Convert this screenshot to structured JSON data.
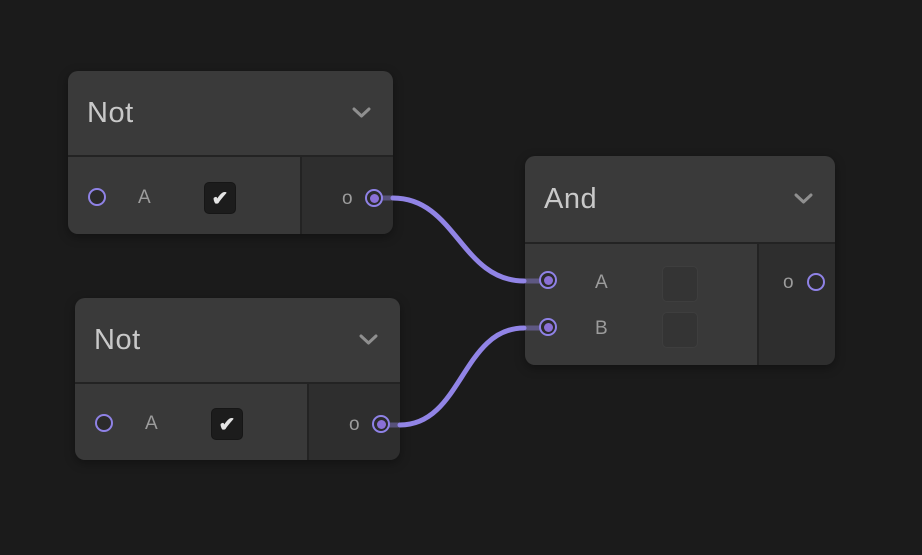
{
  "canvas": {
    "background": "#1b1b1b",
    "wire_color": "#9184e6",
    "port_ring_color": "#8f82e6",
    "port_dot_color": "#8a70d6"
  },
  "icons": {
    "check": "✔"
  },
  "nodes": [
    {
      "title": "Not",
      "inputs": [
        {
          "label": "A",
          "control": "checkbox",
          "checked": true,
          "connected": false
        }
      ],
      "outputs": [
        {
          "label": "o",
          "connected": true
        }
      ]
    },
    {
      "title": "Not",
      "inputs": [
        {
          "label": "A",
          "control": "checkbox",
          "checked": true,
          "connected": false
        }
      ],
      "outputs": [
        {
          "label": "o",
          "connected": true
        }
      ]
    },
    {
      "title": "And",
      "inputs": [
        {
          "label": "A",
          "control": "valuebox",
          "connected": true
        },
        {
          "label": "B",
          "control": "valuebox",
          "connected": true
        }
      ],
      "outputs": [
        {
          "label": "o",
          "connected": false
        }
      ]
    }
  ],
  "edges": [
    {
      "from": "Not(top).o",
      "to": "And.A"
    },
    {
      "from": "Not(bottom).o",
      "to": "And.B"
    }
  ]
}
